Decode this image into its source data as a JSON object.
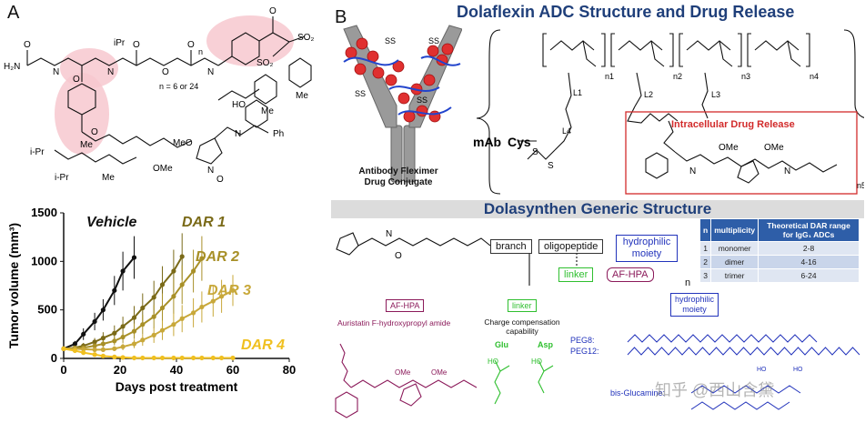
{
  "panel_a": {
    "letter": "A",
    "structure": {
      "atoms": {
        "h2n": "H₂N",
        "n": "N",
        "h": "H",
        "o": "O",
        "ipr": "iPr",
        "i_pr": "i-Pr",
        "meo": "MeO",
        "ome": "OMe",
        "ho": "HO",
        "me": "Me",
        "ph": "Ph",
        "so2": "SO₂",
        "s": "S"
      },
      "n_label": "n = 6 or 24",
      "n_sub": "n"
    }
  },
  "panel_b": {
    "letter": "B",
    "title": "Dolaflexin ADC Structure and Drug Release",
    "antibody_caption": [
      "Antibody Fleximer",
      "Drug Conjugate"
    ],
    "ss_label": "SS",
    "mab": "mAb",
    "cys": "Cys",
    "release_label": "Intracellular Drug Release",
    "subs": [
      "n1",
      "n2",
      "n3",
      "n4",
      "n5"
    ],
    "linkers": [
      "L1",
      "L2",
      "L3",
      "L4"
    ],
    "section_title": "Dolasynthen Generic Structure",
    "boxes": {
      "branch": "branch",
      "oligopeptide": "oligopeptide",
      "hydrophilic": "hydrophilic moiety",
      "linker": "linker",
      "afhpa": "AF-HPA",
      "n": "n"
    },
    "table": {
      "headers": [
        "n",
        "multiplicity",
        "Theoretical DAR range for IgG₁ ADCs"
      ],
      "rows": [
        [
          "1",
          "monomer",
          "2-8"
        ],
        [
          "2",
          "dimer",
          "4-16"
        ],
        [
          "3",
          "trimer",
          "6-24"
        ]
      ]
    },
    "legend": {
      "afhpa_box": "AF-HPA",
      "afhpa_desc": "Auristatin F-hydroxypropyl amide",
      "linker_box": "linker",
      "linker_desc": [
        "Charge compensation",
        "capability"
      ],
      "glu": "Glu",
      "asp": "Asp",
      "hydrophilic_box": [
        "hydrophilic",
        "moiety"
      ],
      "peg8": "PEG8:",
      "peg12": "PEG12:",
      "bisglu": "bis-Glucamine:"
    },
    "watermark": "知乎 @西山含黛",
    "colors": {
      "title_blue": "#1f3f7a",
      "release_red": "#d22b2b",
      "linker_green": "#2fbf2f",
      "afhpa_purple": "#8b1a5a",
      "hydro_blue": "#2233bb"
    }
  },
  "chart_data": {
    "type": "line",
    "xlabel": "Days post treatment",
    "ylabel": "Tumor volume (mm³)",
    "xlim": [
      0,
      80
    ],
    "ylim": [
      0,
      1500
    ],
    "xticks": [
      0,
      20,
      40,
      60,
      80
    ],
    "yticks": [
      0,
      500,
      1000,
      1500
    ],
    "grid": false,
    "series": [
      {
        "name": "Vehicle",
        "color": "#111111",
        "x": [
          0,
          4,
          7,
          11,
          14,
          18,
          21,
          25
        ],
        "y": [
          100,
          150,
          250,
          380,
          500,
          700,
          900,
          1040
        ],
        "err": [
          20,
          30,
          60,
          90,
          110,
          150,
          200,
          220
        ]
      },
      {
        "name": "DAR 1",
        "color": "#7a6a18",
        "x": [
          0,
          4,
          7,
          11,
          14,
          18,
          21,
          25,
          28,
          32,
          35,
          39,
          42
        ],
        "y": [
          100,
          110,
          130,
          170,
          210,
          260,
          330,
          420,
          520,
          630,
          760,
          900,
          1050
        ],
        "err": [
          15,
          20,
          30,
          40,
          60,
          80,
          100,
          120,
          150,
          170,
          190,
          220,
          240
        ]
      },
      {
        "name": "DAR 2",
        "color": "#a89028",
        "x": [
          0,
          4,
          7,
          11,
          14,
          18,
          21,
          25,
          28,
          32,
          35,
          39,
          42,
          46,
          49
        ],
        "y": [
          100,
          105,
          110,
          130,
          150,
          180,
          220,
          280,
          350,
          430,
          520,
          640,
          760,
          900,
          1030
        ],
        "err": [
          15,
          15,
          20,
          25,
          35,
          45,
          60,
          80,
          100,
          120,
          150,
          180,
          200,
          220,
          230
        ]
      },
      {
        "name": "DAR 3",
        "color": "#c8a83a",
        "x": [
          0,
          4,
          7,
          11,
          14,
          18,
          21,
          25,
          28,
          32,
          35,
          39,
          42,
          46,
          49,
          53,
          56,
          60
        ],
        "y": [
          100,
          100,
          95,
          90,
          90,
          100,
          120,
          150,
          190,
          240,
          290,
          350,
          410,
          470,
          530,
          590,
          640,
          700
        ],
        "err": [
          10,
          15,
          15,
          15,
          20,
          25,
          35,
          45,
          60,
          80,
          100,
          120,
          140,
          150,
          160,
          160,
          170,
          160
        ]
      },
      {
        "name": "DAR 4",
        "color": "#f0c020",
        "x": [
          0,
          4,
          7,
          11,
          14,
          18,
          21,
          25,
          28,
          32,
          35,
          39,
          42,
          46,
          49,
          53,
          56,
          60
        ],
        "y": [
          100,
          80,
          60,
          40,
          25,
          15,
          10,
          5,
          5,
          5,
          5,
          5,
          5,
          5,
          5,
          5,
          5,
          5
        ],
        "err": [
          10,
          10,
          8,
          6,
          5,
          4,
          3,
          2,
          2,
          2,
          2,
          2,
          2,
          2,
          2,
          2,
          2,
          2
        ]
      }
    ]
  }
}
